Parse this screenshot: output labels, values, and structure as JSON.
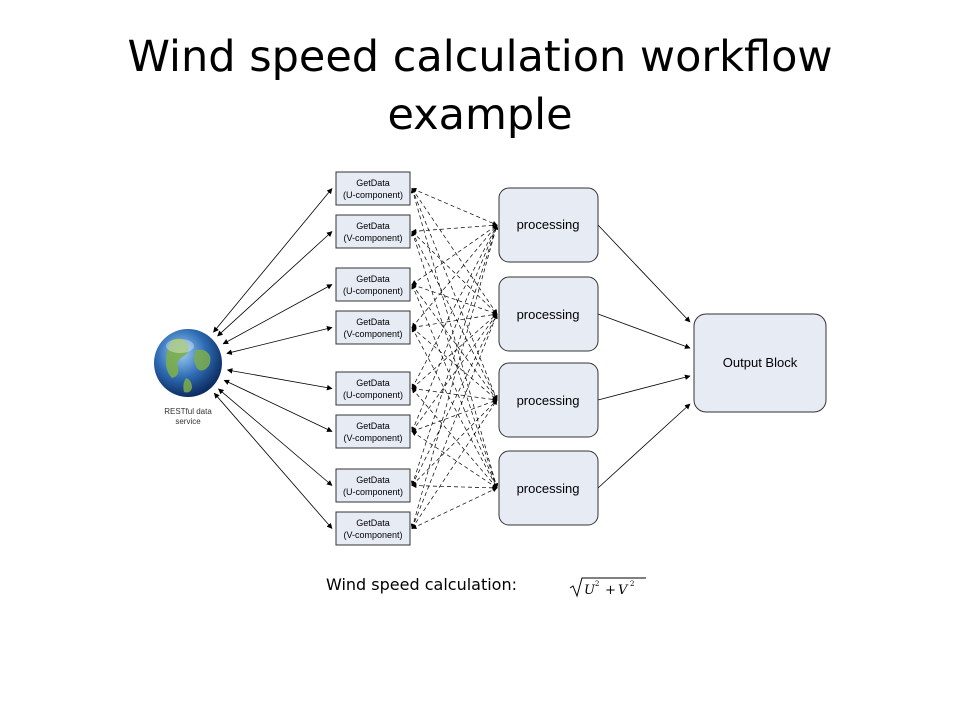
{
  "slide": {
    "title_line1": "Wind speed calculation workflow",
    "title_line2": "example"
  },
  "diagram": {
    "globe_label_line1": "RESTful data",
    "globe_label_line2": "service",
    "getdata_boxes": [
      {
        "line1": "GetData",
        "line2": "(U-component)"
      },
      {
        "line1": "GetData",
        "line2": "(V-component)"
      },
      {
        "line1": "GetData",
        "line2": "(U-component)"
      },
      {
        "line1": "GetData",
        "line2": "(V-component)"
      },
      {
        "line1": "GetData",
        "line2": "(U-component)"
      },
      {
        "line1": "GetData",
        "line2": "(V-component)"
      },
      {
        "line1": "GetData",
        "line2": "(U-component)"
      },
      {
        "line1": "GetData",
        "line2": "(V-component)"
      }
    ],
    "processing_boxes": [
      "processing",
      "processing",
      "processing",
      "processing"
    ],
    "output_label": "Output Block"
  },
  "formula": {
    "label": "Wind speed calculation:",
    "u_symbol": "U",
    "v_symbol": "V",
    "exponent": "2",
    "operator": "+"
  },
  "colors": {
    "box_fill": "#e6ebf4",
    "globe_blue": "#2f6db5",
    "globe_green": "#7cae4a"
  }
}
